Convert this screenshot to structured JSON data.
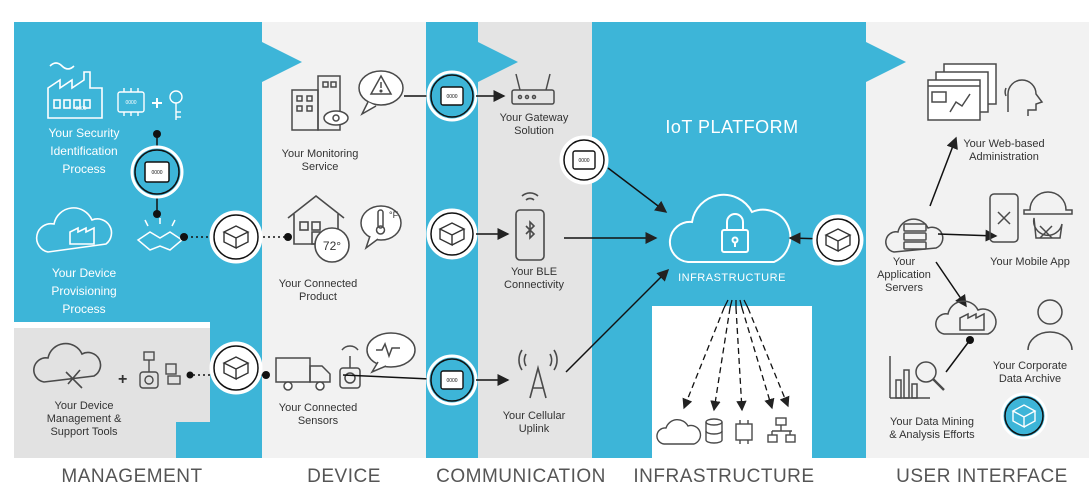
{
  "platform_title": "IoT PLATFORM",
  "infrastructure_label": "INFRASTRUCTURE",
  "chip_text": "0000",
  "callout_temp": "72°",
  "thermometer_unit": "°F",
  "columns": [
    "MANAGEMENT",
    "DEVICE",
    "COMMUNICATION",
    "INFRASTRUCTURE",
    "USER INTERFACE"
  ],
  "labels": {
    "security": "Your Security\nIdentification\nProcess",
    "provisioning": "Your Device\nProvisioning\nProcess",
    "device_management": "Your Device\nManagement &\nSupport Tools",
    "monitoring": "Your Monitoring\nService",
    "connected_product": "Your Connected\nProduct",
    "connected_sensors": "Your Connected\nSensors",
    "gateway": "Your Gateway\nSolution",
    "ble": "Your BLE\nConnectivity",
    "cellular": "Your Cellular\nUplink",
    "web_admin": "Your Web-based\nAdministration",
    "app_servers": "Your\nApplication\nServers",
    "mobile_app": "Your Mobile App",
    "corporate_archive": "Your Corporate\nData Archive",
    "data_mining": "Your Data Mining\n& Analysis Efforts"
  },
  "colors": {
    "accent": "#3db5d8",
    "accent_dark": "#1a7fa3",
    "panel_light": "#f2f2f2",
    "panel_mid": "#e4e4e4",
    "line": "#333333",
    "icon": "#4a4a4a"
  }
}
